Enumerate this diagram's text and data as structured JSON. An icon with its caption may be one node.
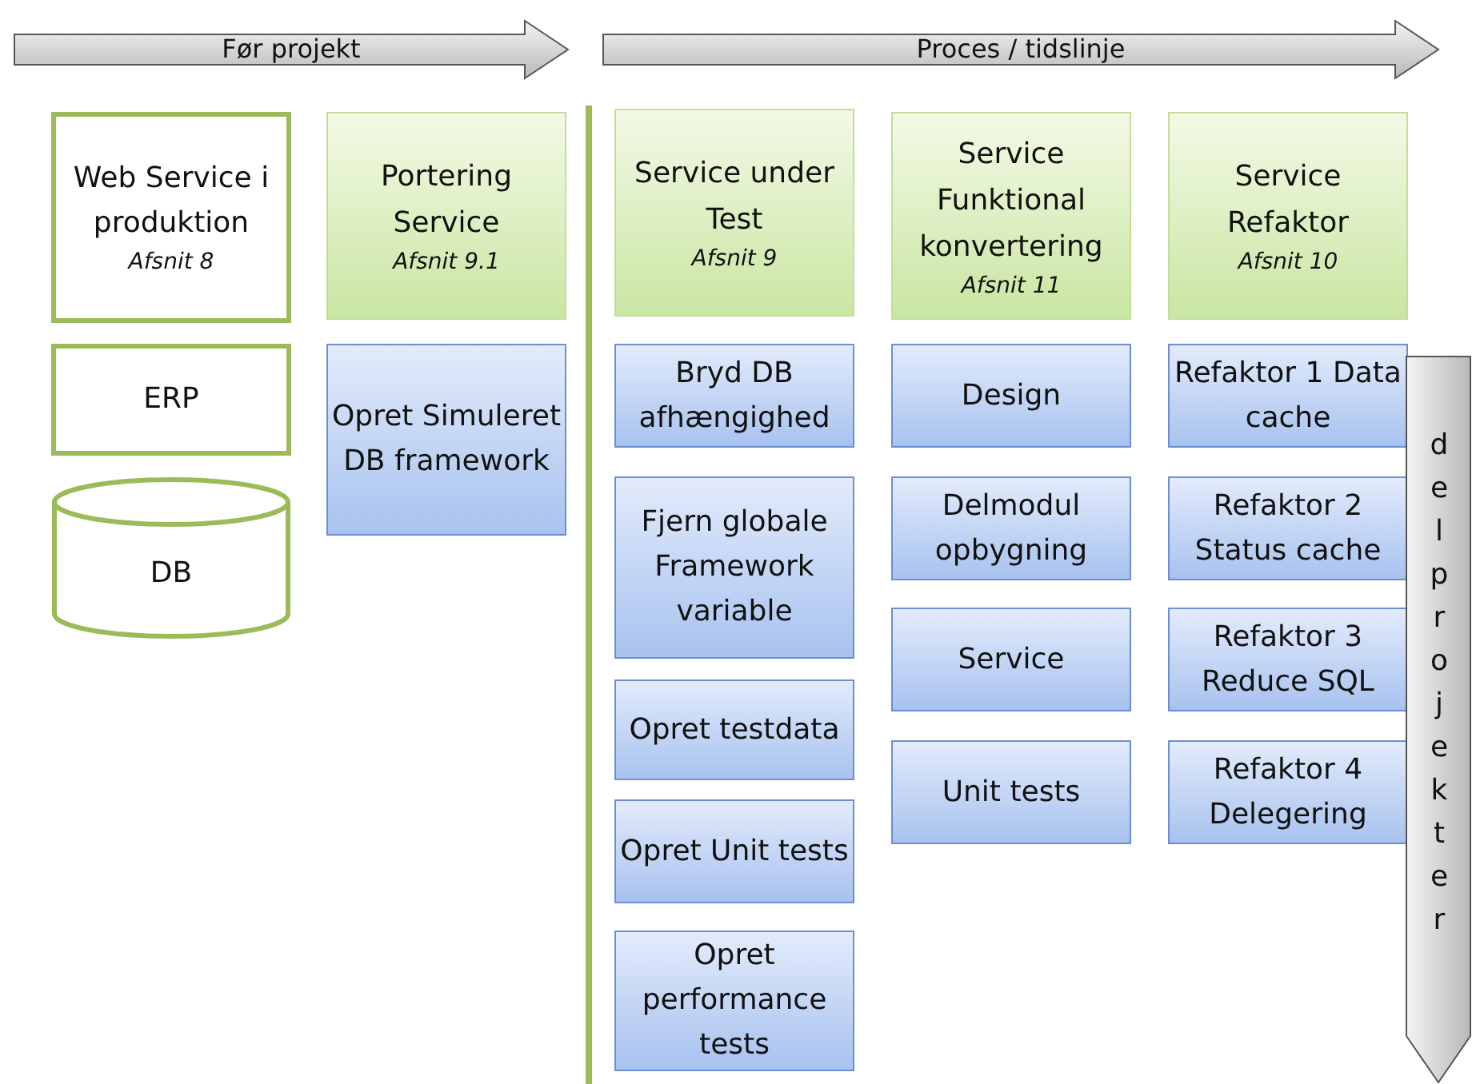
{
  "diagram": {
    "nodes": [
      {
        "text": [
          "Før projekt"
        ]
      },
      {
        "text": [
          "Proces / tidslinje"
        ]
      },
      {
        "text": [
          "Web Service i produktion",
          "Afsnit 8"
        ]
      },
      {
        "text": [
          "ERP"
        ]
      },
      {
        "text": [
          "DB"
        ]
      },
      {
        "text": [
          "Portering Service",
          "Afsnit 9.1"
        ]
      },
      {
        "text": [
          "Opret Simuleret DB framework"
        ]
      },
      {
        "text": [
          "Service under Test",
          "Afsnit 9"
        ]
      },
      {
        "text": [
          "Bryd DB afhængighed"
        ]
      },
      {
        "text": [
          "Fjern globale Framework variable"
        ]
      },
      {
        "text": [
          "Opret testdata"
        ]
      },
      {
        "text": [
          "Opret Unit tests"
        ]
      },
      {
        "text": [
          "Opret performance tests"
        ]
      },
      {
        "text": [
          "Service Funktional konvertering",
          "Afsnit 11"
        ]
      },
      {
        "text": [
          "Design"
        ]
      },
      {
        "text": [
          "Delmodul opbygning"
        ]
      },
      {
        "text": [
          "Service"
        ]
      },
      {
        "text": [
          "Unit tests"
        ]
      },
      {
        "text": [
          "Service Refaktor",
          "Afsnit 10"
        ]
      },
      {
        "text": [
          "Refaktor 1 Data cache"
        ]
      },
      {
        "text": [
          "Refaktor 2 Status cache"
        ]
      },
      {
        "text": [
          "Refaktor 3 Reduce SQL"
        ]
      },
      {
        "text": [
          "Refaktor 4 Delegering"
        ]
      },
      {
        "text": [
          "delprojekter"
        ]
      }
    ],
    "edges": []
  }
}
